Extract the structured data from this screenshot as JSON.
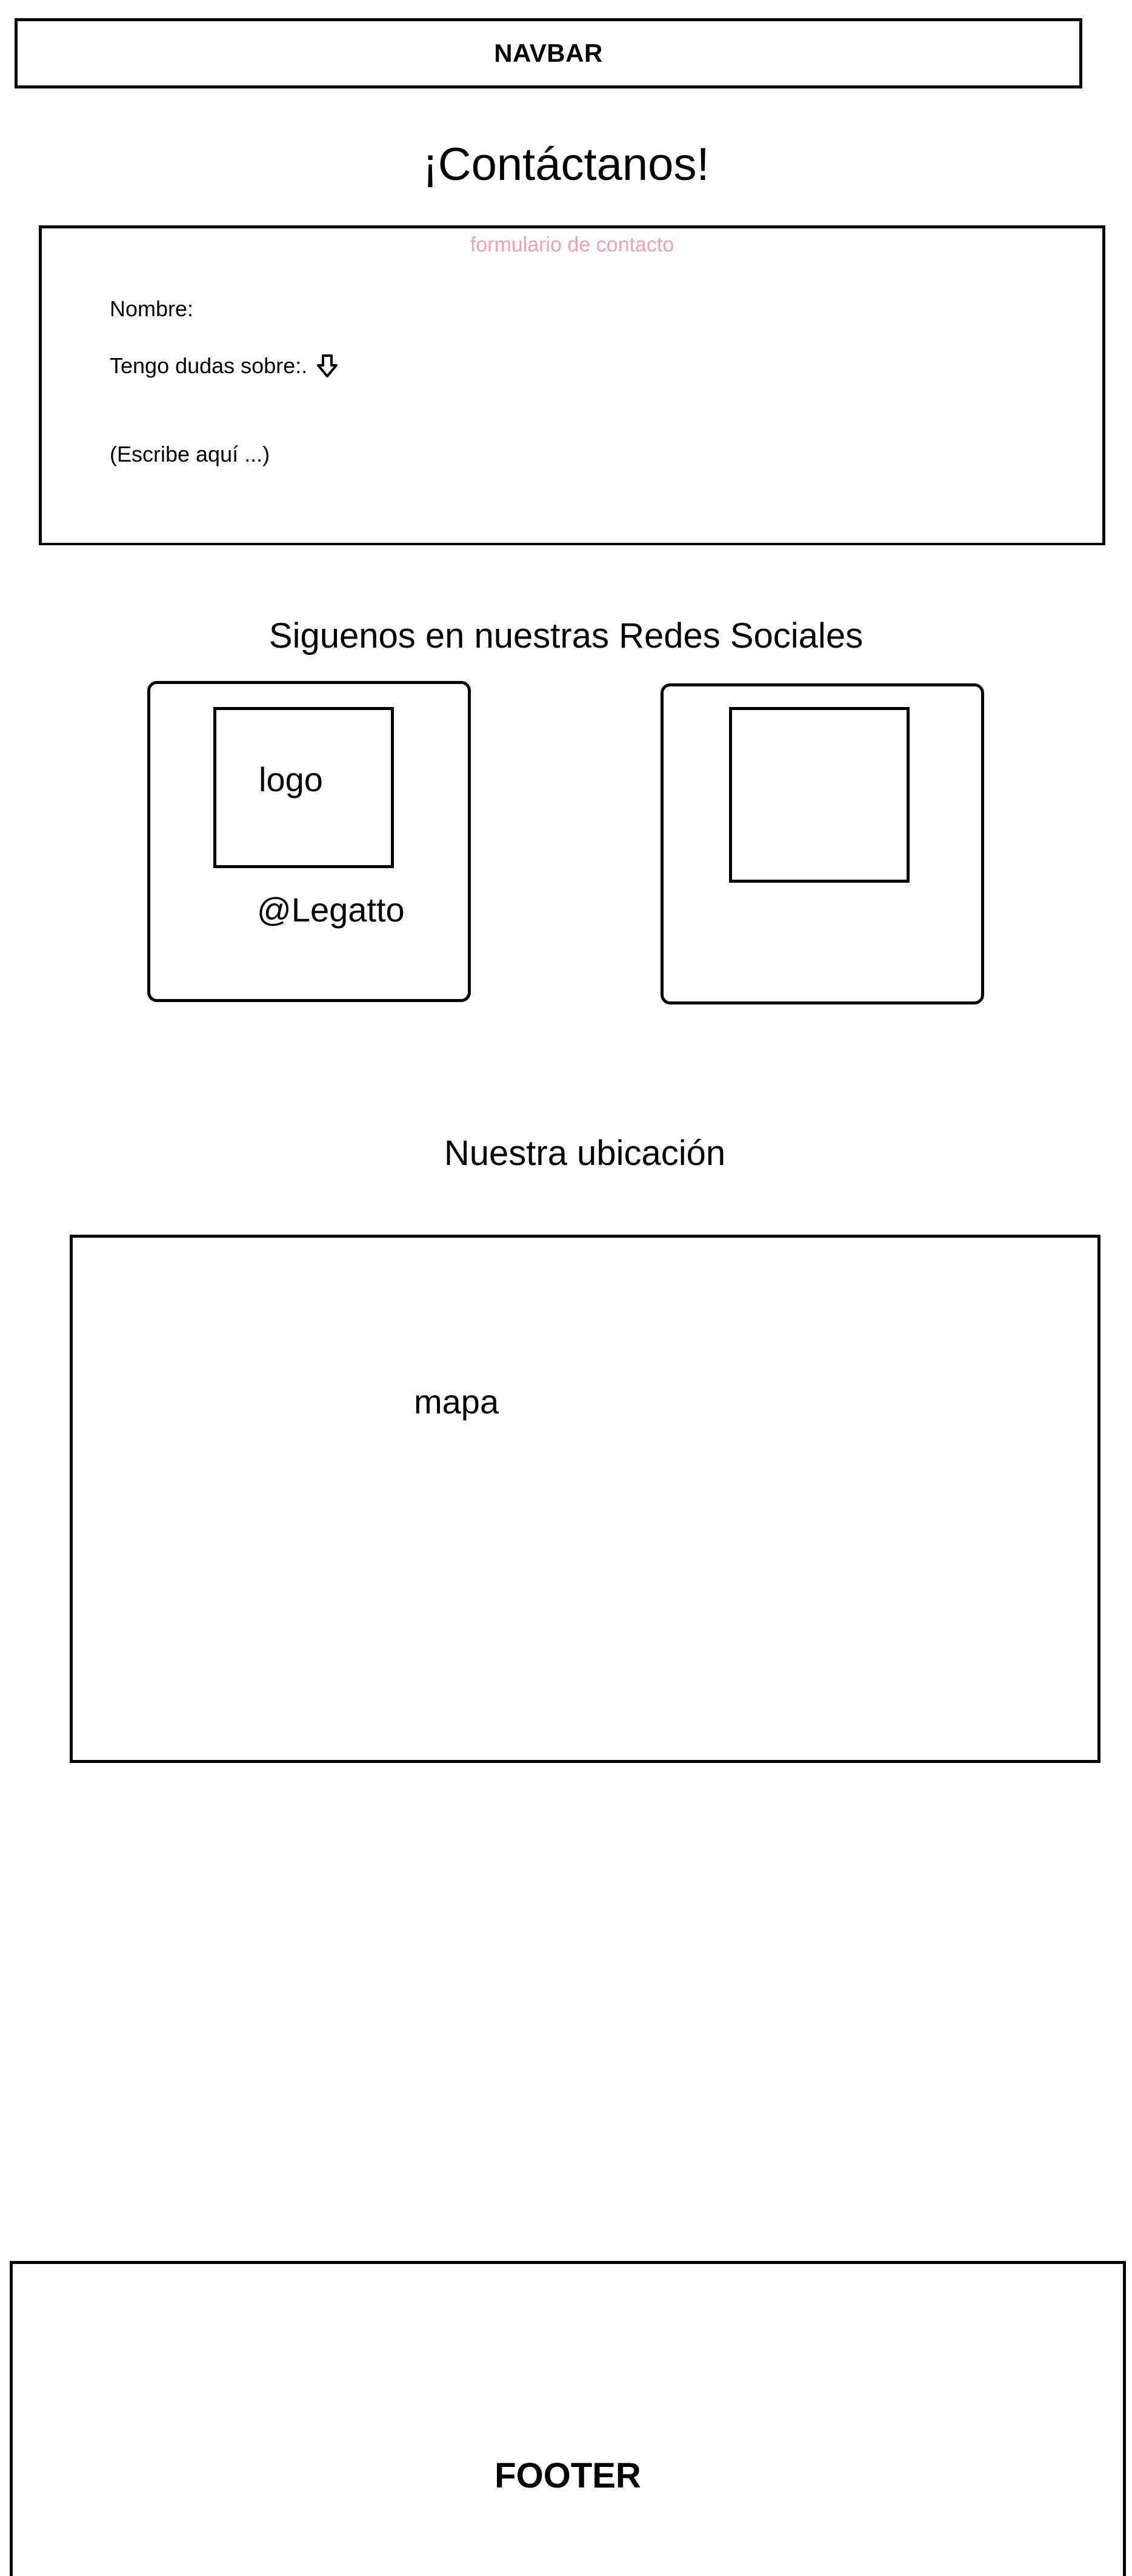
{
  "navbar": {
    "label": "NAVBAR"
  },
  "page": {
    "title": "¡Contáctanos!"
  },
  "contact_form": {
    "caption": "formulario de contacto",
    "name_label": "Nombre:",
    "doubts_label": "Tengo dudas sobre:.",
    "doubts_icon": "arrow-down-icon",
    "message_placeholder": "(Escribe aquí ...)",
    "caption_color": "#f2a0b5"
  },
  "social": {
    "title": "Siguenos en nuestras Redes Sociales",
    "cards": [
      {
        "logo_label": "logo",
        "handle": "@Legatto"
      },
      {
        "logo_label": "",
        "handle": ""
      }
    ]
  },
  "location": {
    "title": "Nuestra ubicación",
    "map_label": "mapa"
  },
  "footer": {
    "label": "FOOTER"
  }
}
